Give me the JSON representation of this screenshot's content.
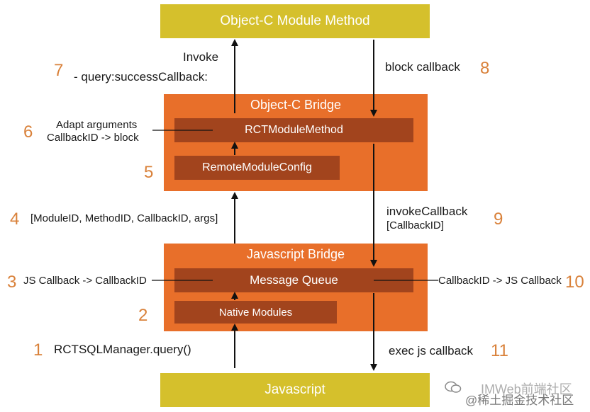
{
  "top_bar": {
    "label": "Object-C Module Method"
  },
  "bottom_bar": {
    "label": "Javascript"
  },
  "objc_bridge": {
    "title": "Object-C Bridge",
    "module_method": "RCTModuleMethod",
    "remote_config": "RemoteModuleConfig"
  },
  "js_bridge": {
    "title": "Javascript Bridge",
    "message_queue": "Message Queue",
    "native_modules": "Native Modules"
  },
  "steps": {
    "s1": {
      "num": "1",
      "text": "RCTSQLManager.query()"
    },
    "s2": {
      "num": "2"
    },
    "s3": {
      "num": "3",
      "text": "JS Callback -> CallbackID"
    },
    "s4": {
      "num": "4",
      "text": "[ModuleID, MethodID, CallbackID, args]"
    },
    "s5": {
      "num": "5"
    },
    "s6": {
      "num": "6",
      "line1": "Adapt arguments",
      "line2": "CallbackID -> block"
    },
    "s7": {
      "num": "7",
      "line1": "Invoke",
      "line2": "- query:successCallback:"
    },
    "s8": {
      "num": "8",
      "text": "block callback"
    },
    "s9": {
      "num": "9",
      "line1": "invokeCallback",
      "line2": "[CallbackID]"
    },
    "s10": {
      "num": "10",
      "text": "CallbackID -> JS Callback"
    },
    "s11": {
      "num": "11",
      "text": "exec js callback"
    }
  },
  "watermark": {
    "text": "@稀土掘金技术社区",
    "overlay": "IMWeb前端社区"
  },
  "colors": {
    "yellow": "#d5c02c",
    "orange": "#e86f2a",
    "dark": "#a2441d",
    "number": "#d9813a"
  }
}
